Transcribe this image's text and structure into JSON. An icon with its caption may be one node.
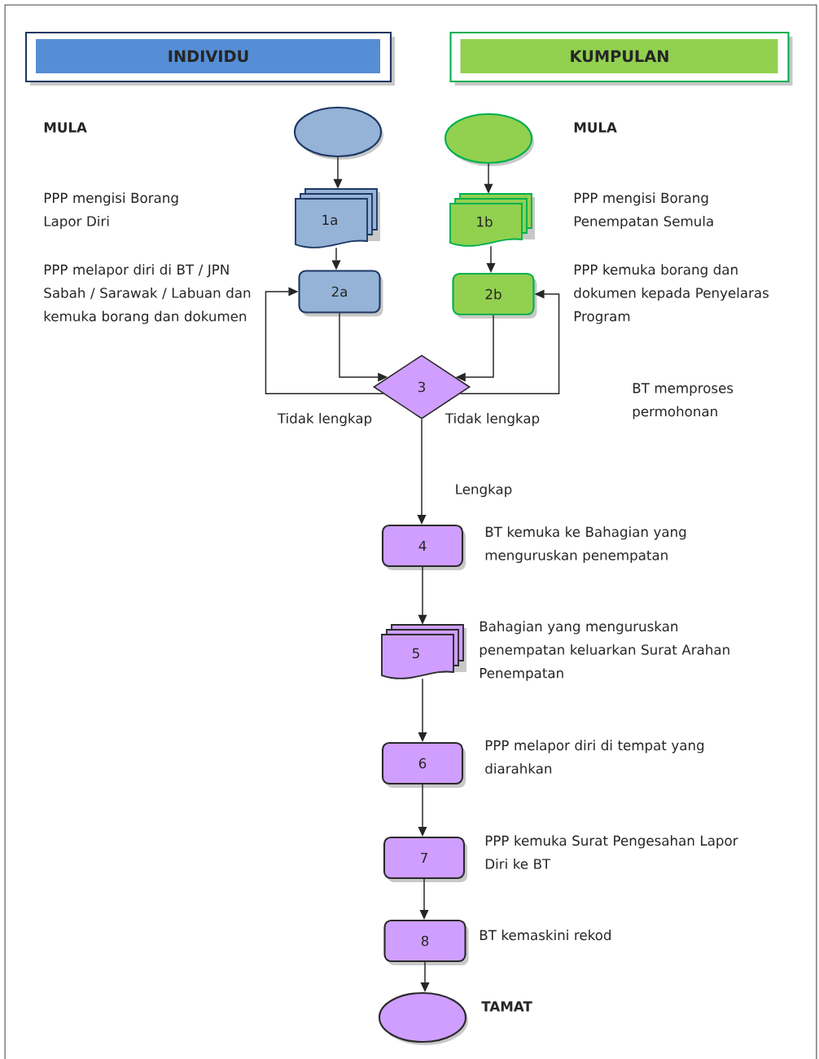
{
  "diagram": {
    "nodes": [
      {
        "text": [
          "INDIVIDU"
        ]
      },
      {
        "text": [
          "KUMPULAN"
        ]
      },
      {
        "text": [],
        "shape": "ellipse"
      },
      {
        "text": [],
        "shape": "ellipse",
        "beside": [
          "MULA"
        ]
      },
      {
        "text": [
          "1a"
        ]
      },
      {
        "text": [
          "1b"
        ],
        "beside": [
          "PPP mengisi Borang Penempatan Semula"
        ]
      },
      {
        "text": [
          "2a"
        ],
        "beside": [
          "PPP melapor diri di BT / JPN Sabah / Sarawak / Labuan dan kemuka borang dan dokumen"
        ]
      },
      {
        "text": [
          "2b"
        ],
        "beside": [
          "PPP kemuka borang dan dokumen kepada Penyelaras Program"
        ]
      },
      {
        "text": [
          "3"
        ]
      },
      {
        "text": [
          "4"
        ],
        "beside": [
          "BT kemuka ke Bahagian yang menguruskan penempatan"
        ]
      },
      {
        "text": [
          "5"
        ],
        "beside": [
          "Bahagian yang menguruskan penempatan keluarkan Surat Arahan Penempatan"
        ]
      },
      {
        "text": [
          "6"
        ],
        "beside": [
          "PPP melapor diri di tempat yang diarahkan"
        ]
      },
      {
        "text": [
          "7"
        ],
        "beside": [
          "PPP kemuka Surat Pengesahan Lapor Diri ke BT"
        ]
      },
      {
        "text": [
          "8"
        ],
        "beside": [
          "BT kemaskini rekod"
        ]
      },
      {
        "text": [],
        "shape": "ellipse",
        "beside": [
          "TAMAT"
        ]
      }
    ],
    "edges": [
      {
        "from": 2,
        "to": 4,
        "arrow": "to"
      },
      {
        "from": 3,
        "to": 5,
        "arrow": "to"
      },
      {
        "from": 4,
        "to": 6,
        "arrow": "to"
      },
      {
        "from": 5,
        "to": 7,
        "arrow": "to"
      },
      {
        "from": 6,
        "to": 8,
        "arrow": "to"
      },
      {
        "from": 7,
        "to": 8,
        "arrow": "to"
      },
      {
        "from": 8,
        "to": 6,
        "arrow": "to",
        "label": "Tidak lengkap"
      },
      {
        "from": 8,
        "to": 7,
        "arrow": "to",
        "label": "Tidak lengkap"
      },
      {
        "from": 8,
        "to": 9,
        "arrow": "to",
        "label": "Lengkap"
      },
      {
        "from": 9,
        "to": 10,
        "arrow": "to"
      },
      {
        "from": 10,
        "to": 11,
        "arrow": "to"
      },
      {
        "from": 11,
        "to": 12,
        "arrow": "to"
      },
      {
        "from": 12,
        "to": 13,
        "arrow": "to"
      },
      {
        "from": 13,
        "to": 14,
        "arrow": "to"
      }
    ],
    "labels": [
      "MULA",
      "PPP mengisi Borang Lapor Diri",
      "BT memproses permohonan"
    ]
  }
}
